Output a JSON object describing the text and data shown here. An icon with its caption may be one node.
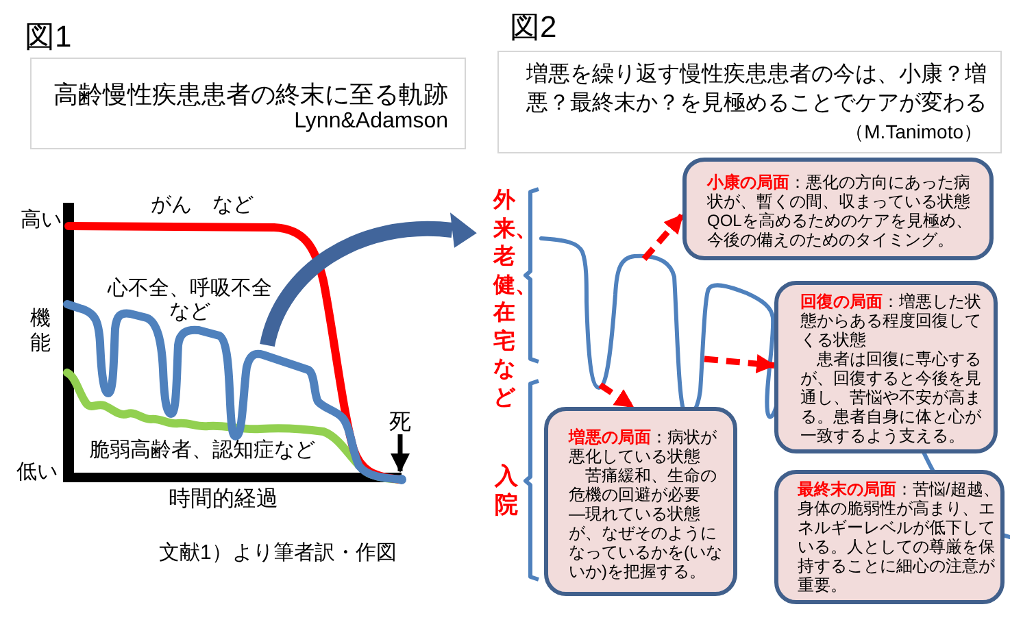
{
  "diagram": {
    "nodes": [
      {
        "text": [
          "高齢慢性疾患患者の終末に至る軌跡",
          "Lynn&Adamson"
        ]
      },
      {
        "text": [
          "死"
        ]
      },
      {
        "text": [
          "増悪を繰り返す慢性疾患患者の今は、小康？増悪？最終末か？を見極めることでケアが変わる",
          "（M.Tanimoto）"
        ]
      },
      {
        "text": [
          "**小康の局面**：悪化の方向にあった病状が、暫くの間、収まっている状態",
          "QOLを高めるためのケアを見極め、今後の備えのためのタイミング。"
        ]
      },
      {
        "text": [
          "**回復の局面**：増悪した状態からある程度回復してくる状態",
          "患者は回復に専心するが、回復すると今後を見通し、苦悩や不安が高まる。患者自身に体と心が一致するよう支える。"
        ]
      },
      {
        "text": [
          "**増悪の局面**：病状が悪化している状態",
          "苦痛緩和、生命の危機の回避が必要",
          "―現れている状態が、なぜそのようになっているかを(いないか)を把握する。"
        ]
      },
      {
        "text": [
          "**最終末の局面**：苦悩/超越、身体の脆弱性が高まり、エネルギーレベルが低下している。人としての尊厳を保持することに細心の注意が重要。"
        ]
      }
    ],
    "edges": [
      {
        "from": 1,
        "to": null,
        "arrow": "to",
        "color": "#000000"
      },
      {
        "from": null,
        "to": 3,
        "arrow": "to",
        "style": "dashed",
        "color": "#ff0000"
      },
      {
        "from": null,
        "to": 4,
        "arrow": "to",
        "style": "dashed",
        "color": "#ff0000"
      },
      {
        "from": null,
        "to": 5,
        "arrow": "to",
        "style": "dashed",
        "color": "#ff0000"
      }
    ],
    "labels": [
      "図1",
      "図2",
      "がん　など",
      "高い",
      "心不全、呼吸不全など",
      "機能",
      "脆弱高齢者、認知症など",
      "低い",
      "時間的経過",
      "文献1）より筆者訳・作図",
      "外来、老健、在宅など",
      "入院"
    ]
  }
}
